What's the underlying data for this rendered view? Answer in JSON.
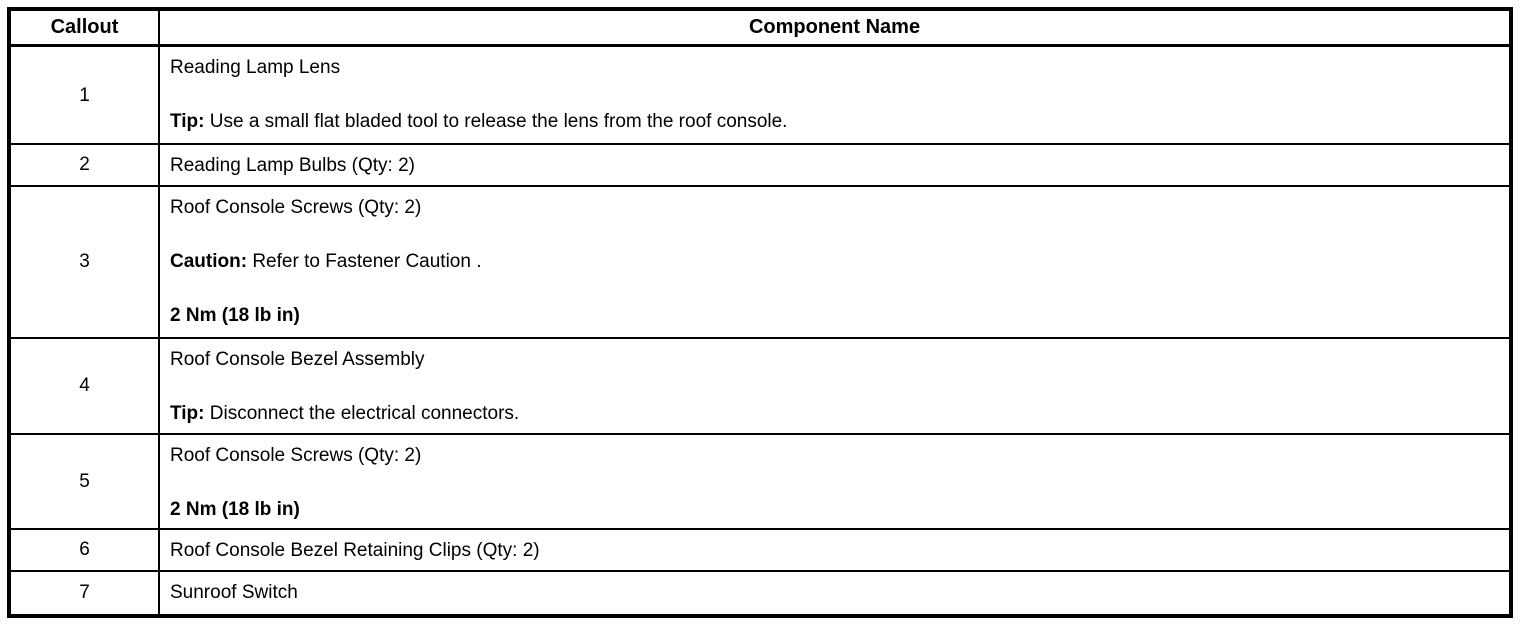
{
  "colors": {
    "border": "#000000",
    "background": "#ffffff",
    "text": "#000000"
  },
  "table": {
    "headers": {
      "callout": "Callout",
      "component_name": "Component Name"
    },
    "rows": [
      {
        "callout": "1",
        "lines": [
          [
            {
              "text": "Reading Lamp Lens",
              "bold": false
            }
          ],
          [
            {
              "text": "Tip:",
              "bold": true
            },
            {
              "text": " Use a small flat bladed tool to release the lens from the roof console.",
              "bold": false
            }
          ]
        ]
      },
      {
        "callout": "2",
        "lines": [
          [
            {
              "text": "Reading Lamp Bulbs (Qty: 2)",
              "bold": false
            }
          ]
        ]
      },
      {
        "callout": "3",
        "lines": [
          [
            {
              "text": "Roof Console Screws (Qty: 2)",
              "bold": false
            }
          ],
          [
            {
              "text": "Caution:",
              "bold": true
            },
            {
              "text": " Refer to Fastener Caution .",
              "bold": false
            }
          ],
          [
            {
              "text": "2 Nm (18 lb in)",
              "bold": true
            }
          ]
        ]
      },
      {
        "callout": "4",
        "lines": [
          [
            {
              "text": "Roof Console Bezel Assembly",
              "bold": false
            }
          ],
          [
            {
              "text": "Tip:",
              "bold": true
            },
            {
              "text": " Disconnect the electrical connectors.",
              "bold": false
            }
          ]
        ]
      },
      {
        "callout": "5",
        "lines": [
          [
            {
              "text": "Roof Console Screws (Qty: 2)",
              "bold": false
            }
          ],
          [
            {
              "text": "2 Nm (18 lb in)",
              "bold": true
            }
          ]
        ]
      },
      {
        "callout": "6",
        "lines": [
          [
            {
              "text": "Roof Console Bezel Retaining Clips (Qty: 2)",
              "bold": false
            }
          ]
        ]
      },
      {
        "callout": "7",
        "lines": [
          [
            {
              "text": "Sunroof Switch",
              "bold": false
            }
          ]
        ]
      }
    ]
  }
}
